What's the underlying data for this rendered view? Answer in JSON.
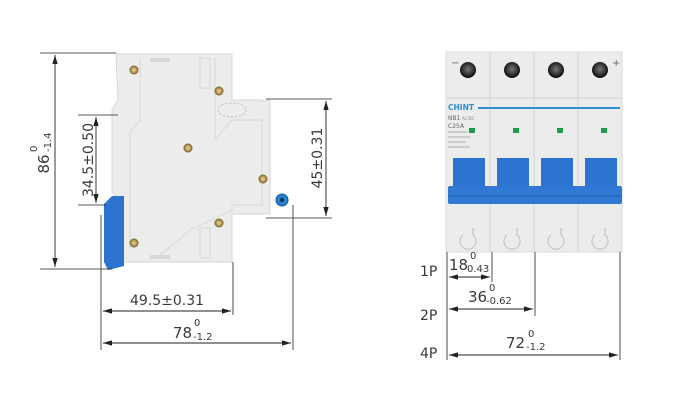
{
  "side_view": {
    "height_dim": {
      "main": "86",
      "upper": "0",
      "lower": "-1.4"
    },
    "rail_dim": {
      "text": "34.5±0.50"
    },
    "front_dim": {
      "text": "45±0.31"
    },
    "depth_to_front": {
      "text": "49.5±0.31"
    },
    "depth_total": {
      "main": "78",
      "upper": "0",
      "lower": "-1.2"
    }
  },
  "front_view": {
    "brand": "CHINT",
    "model": "NB1",
    "model_suffix": "AC/DC",
    "rating": "C25A",
    "terminal_minus": "−",
    "terminal_plus": "+",
    "rows": [
      {
        "label": "1P",
        "main": "18",
        "upper": "0",
        "lower": "0.43"
      },
      {
        "label": "2P",
        "main": "36",
        "upper": "0",
        "lower": "-0.62"
      },
      {
        "label": "4P",
        "main": "72",
        "upper": "0",
        "lower": "-1.2"
      }
    ]
  },
  "colors": {
    "body": "#ececec",
    "handle": "#2d74d0",
    "line": "#333333",
    "accent": "#2f8fd0"
  }
}
